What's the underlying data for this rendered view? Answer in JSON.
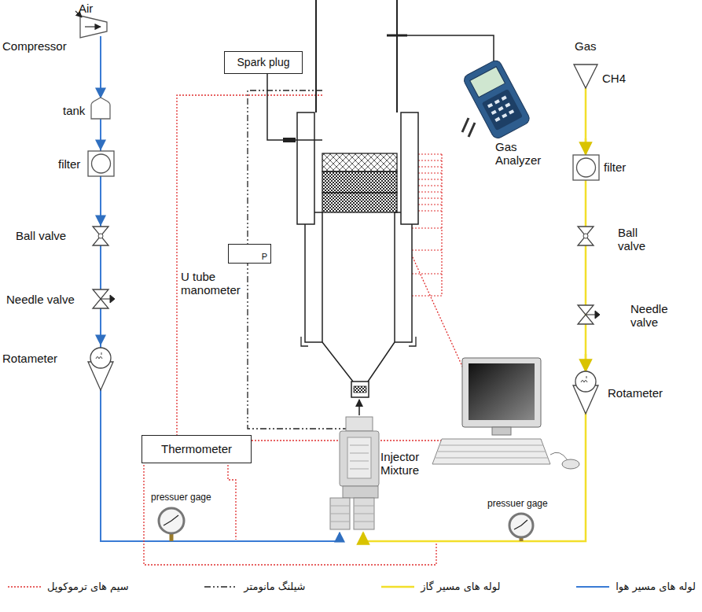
{
  "diagram": {
    "nodes": [
      {
        "text": [
          "Spark plug"
        ]
      },
      {
        "text": [
          "P"
        ]
      },
      {
        "text": [
          "Thermometer"
        ]
      }
    ],
    "labels": [
      "Air",
      "Compressor",
      "tank",
      "filter",
      "Ball valve",
      "Needle valve",
      "Rotameter",
      "U tube manometer",
      "Gas Analyzer",
      "Gas",
      "CH4",
      "filter",
      "Ball valve",
      "Needle valve",
      "Rotameter",
      "Injector Mixture",
      "pressuer gage",
      "pressuer gage"
    ],
    "legend": [
      {
        "text": "لوله های مسیر هوا"
      },
      {
        "text": "لوله های مسیر گاز"
      },
      {
        "text": "شیلنگ مانومتر"
      },
      {
        "text": "سیم های ترموکوپل"
      }
    ]
  }
}
